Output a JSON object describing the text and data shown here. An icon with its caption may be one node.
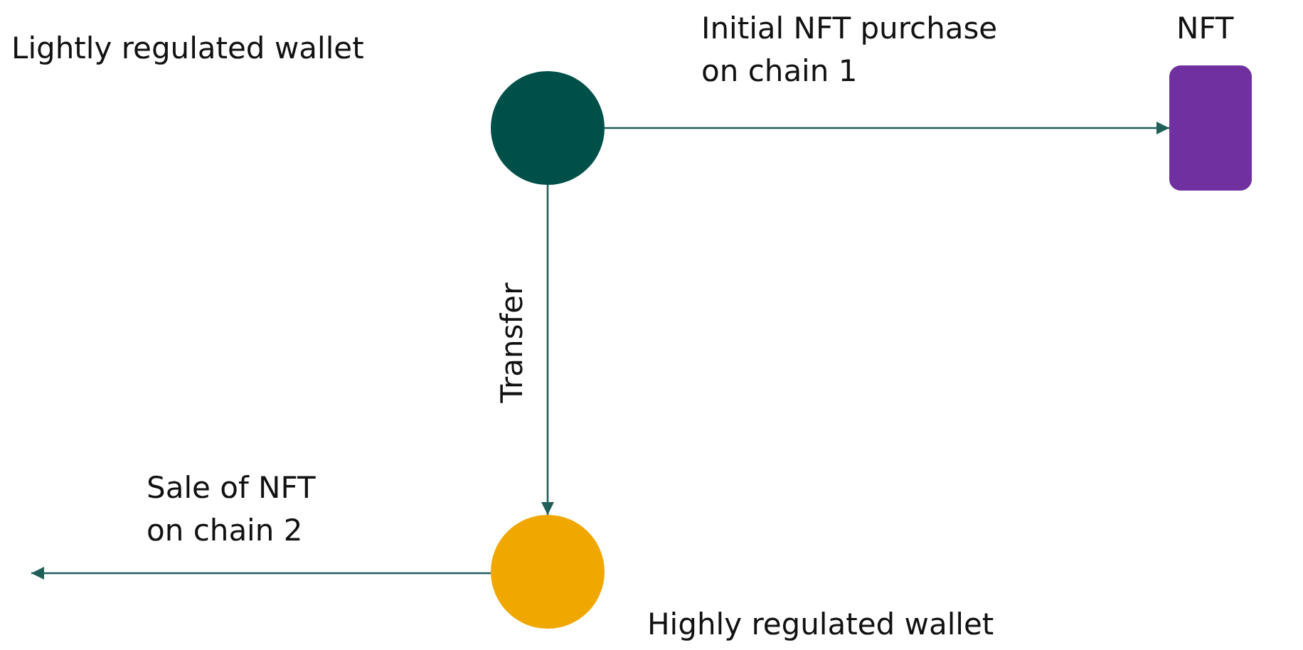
{
  "diagram": {
    "nodes": [
      {
        "text": [],
        "shape": "circle"
      },
      {
        "text": [],
        "shape": "box",
        "beside": [
          "NFT"
        ]
      },
      {
        "text": [],
        "shape": "circle",
        "beside": [
          "Highly regulated wallet"
        ]
      }
    ],
    "edges": [
      {
        "from": 0,
        "to": 1,
        "arrow": "to",
        "label": "Initial NFT purchase on chain 1"
      },
      {
        "from": 0,
        "to": 2,
        "arrow": "to",
        "label": "Transfer"
      },
      {
        "from": 2,
        "to": null,
        "arrow": "to",
        "label": "Sale of NFT on chain 2"
      }
    ],
    "labels": [
      "Lightly regulated wallet"
    ]
  }
}
